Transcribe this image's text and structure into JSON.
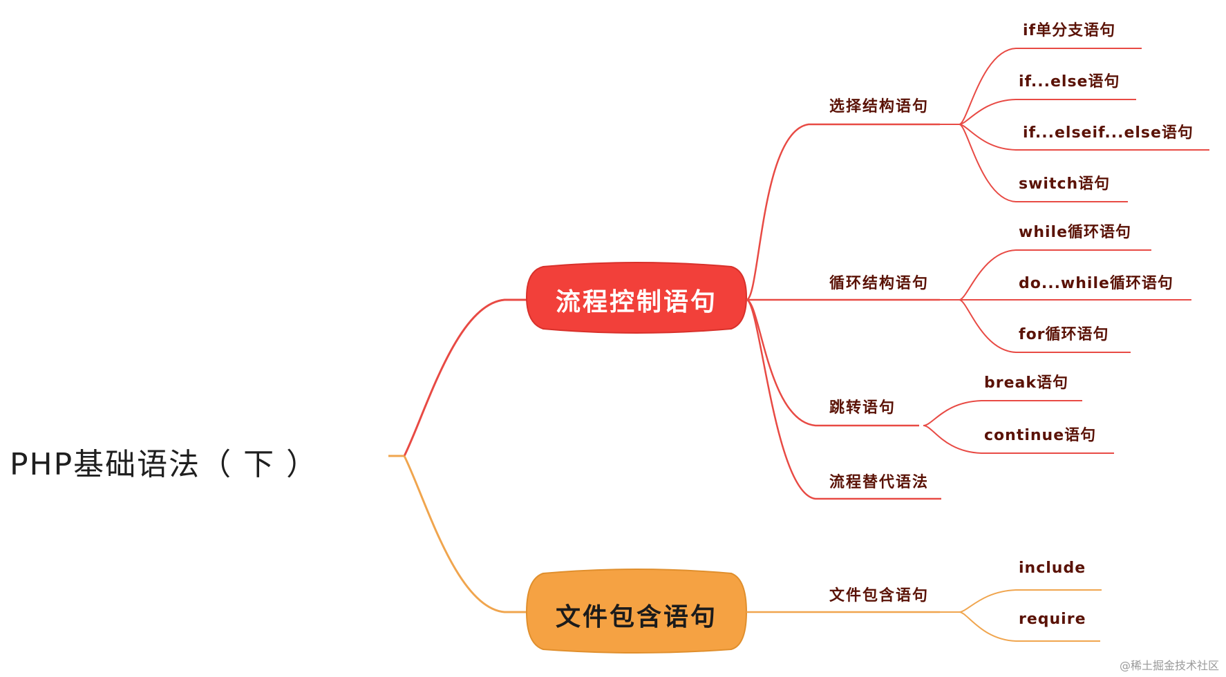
{
  "colors": {
    "flow": "#f2403a",
    "flow_text": "#ffffff",
    "flow_line": "#e84a44",
    "include": "#f5a243",
    "include_text": "#1b1b1b",
    "include_line": "#f0a54e",
    "label_text": "#5a1206"
  },
  "root": {
    "label": "PHP基础语法（ 下 ）"
  },
  "branches": {
    "flow": {
      "label": "流程控制语句",
      "children": {
        "select": {
          "label": "选择结构语句",
          "items": [
            "if单分支语句",
            "if...else语句",
            "if...elseif...else语句",
            "switch语句"
          ]
        },
        "loop": {
          "label": "循环结构语句",
          "items": [
            "while循环语句",
            "do...while循环语句",
            "for循环语句"
          ]
        },
        "jump": {
          "label": "跳转语句",
          "items": [
            "break语句",
            "continue语句"
          ]
        },
        "alt": {
          "label": "流程替代语法",
          "items": []
        }
      }
    },
    "include": {
      "label": "文件包含语句",
      "children": {
        "inc": {
          "label": "文件包含语句",
          "items": [
            "include",
            "require"
          ]
        }
      }
    }
  },
  "watermark": "@稀土掘金技术社区"
}
